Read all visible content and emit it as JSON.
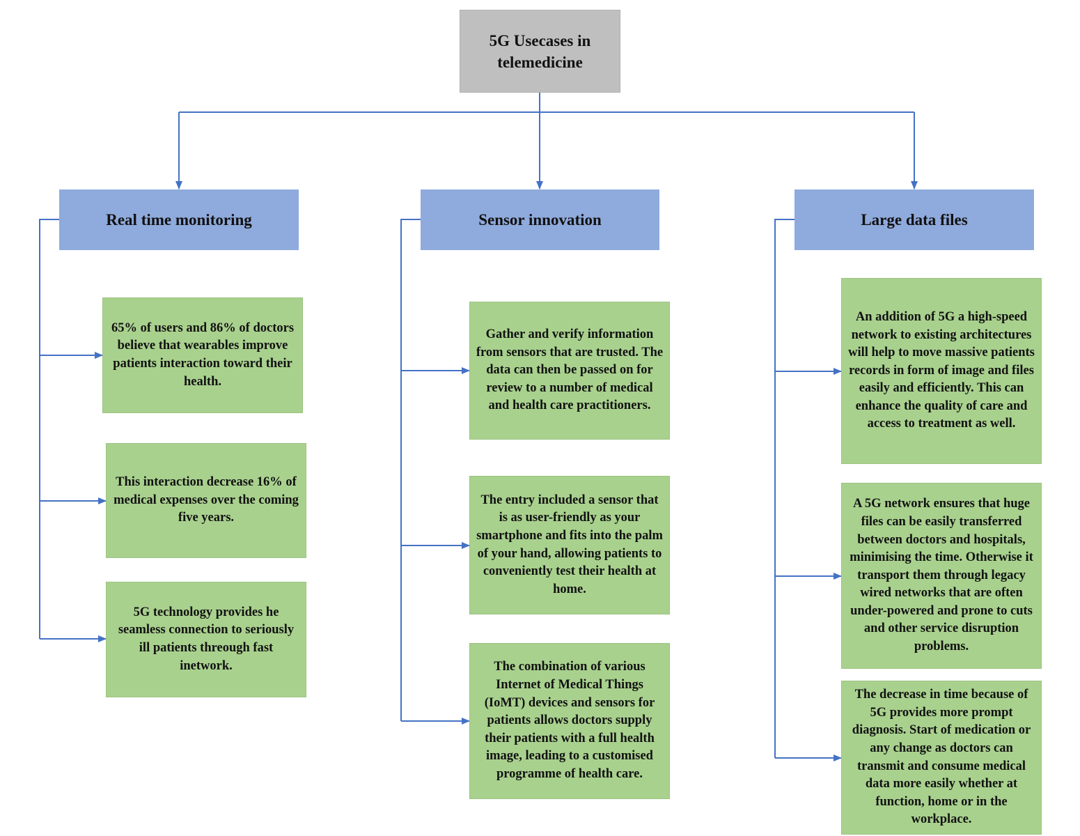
{
  "root": {
    "title": "5G Usecases in telemedicine"
  },
  "categories": [
    {
      "title": "Real time monitoring",
      "items": [
        "65% of users and 86% of doctors believe that wearables improve patients interaction toward their health.",
        "This interaction decrease 16% of medical expenses over the coming five years.",
        "5G technology provides he seamless connection to seriously ill patients threough fast inetwork."
      ]
    },
    {
      "title": "Sensor innovation",
      "items": [
        "Gather and verify information from sensors that are trusted. The data can then be passed on for review to a number of medical and health care practitioners.",
        "The entry included a sensor that is as user-friendly as your smartphone and fits into the palm of your hand, allowing patients to conveniently test their health at home.",
        "The combination of various Internet of Medical Things (IoMT) devices and sensors for patients allows doctors supply their patients with a full health image, leading to a customised programme of health care."
      ]
    },
    {
      "title": "Large data files",
      "items": [
        "An addition of 5G a high-speed network to existing architectures will help to move massive patients records in form of image and files easily and efficiently. This can enhance the quality of care and access to treatment as well.",
        "A 5G network ensures that huge files can be easily transferred between doctors and hospitals, minimising the time. Otherwise it transport them through legacy wired networks that are often under-powered and prone to cuts and other service disruption problems.",
        "The decrease in time because of 5G provides more prompt diagnosis. Start of medication or any change as doctors can transmit and consume medical data more easily whether at function, home or in the workplace."
      ]
    }
  ],
  "colors": {
    "root_fill": "#bfbfbf",
    "category_fill": "#8faadc",
    "leaf_fill": "#a9d18e",
    "connector": "#4472c4"
  }
}
